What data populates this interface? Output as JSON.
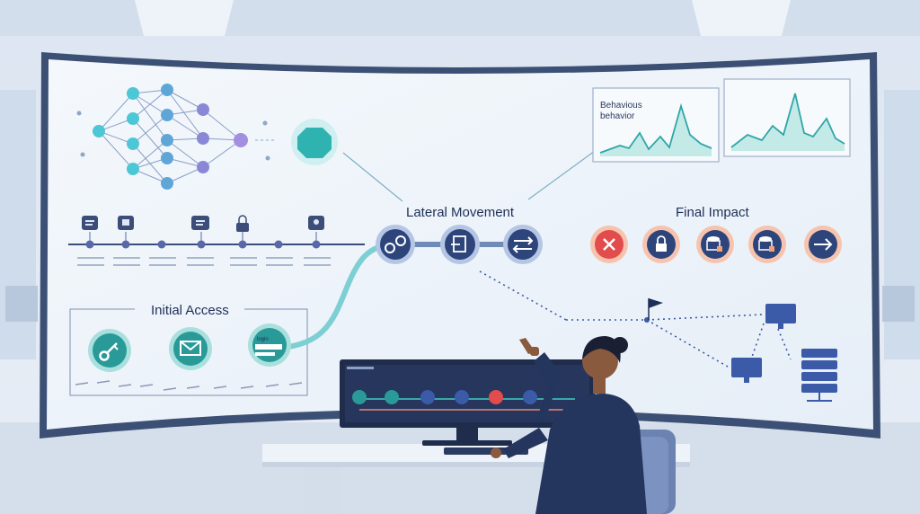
{
  "scene": {
    "initial_access_label": "Initial Access",
    "lateral_movement_label": "Lateral Movement",
    "final_impact_label": "Final Impact",
    "behavior_panel_line1": "Behavious",
    "behavior_panel_line2": "behavior",
    "login_field_text": "login"
  },
  "colors": {
    "wall": "#e7edf6",
    "screen": "#eff5fb",
    "navy": "#1e2f57",
    "teal": "#2fb0a6",
    "node_cyan": "#4cc7d6",
    "node_purple": "#8a88d6",
    "alert_red": "#e24c4c",
    "impact_orange": "#f2a27a"
  },
  "icons": {
    "initial_access": [
      "key-icon",
      "envelope-icon",
      "login-form-icon"
    ],
    "lateral_movement": [
      "chain-link-icon",
      "file-transfer-icon",
      "swap-arrows-icon"
    ],
    "final_impact": [
      "blocked-x-icon",
      "padlock-icon",
      "locked-database-icon",
      "locked-database-icon",
      "exfiltrate-arrow-icon"
    ],
    "network": [
      "flag-icon",
      "monitor-icon",
      "monitor-icon",
      "server-rack-icon"
    ]
  }
}
